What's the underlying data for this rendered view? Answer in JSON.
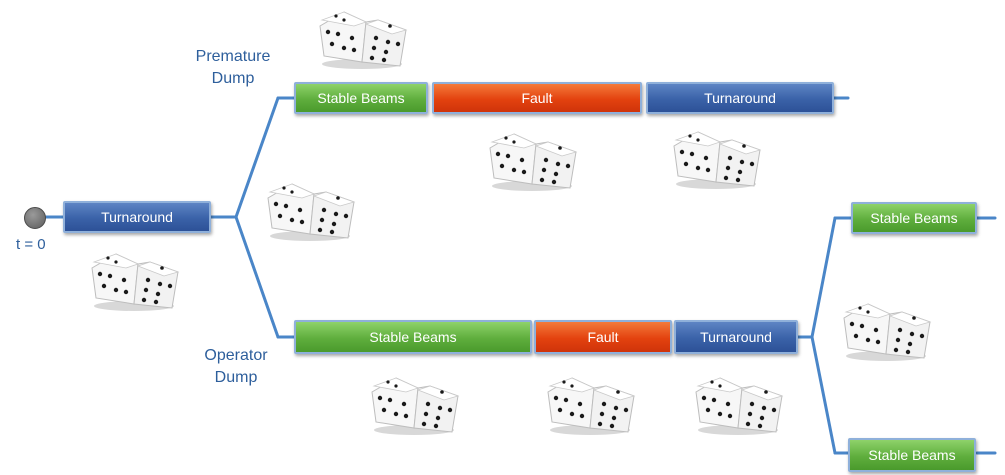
{
  "start": {
    "time_label": "t = 0"
  },
  "branches": {
    "premature": {
      "label_line1": "Premature",
      "label_line2": "Dump"
    },
    "operator": {
      "label_line1": "Operator",
      "label_line2": "Dump"
    }
  },
  "boxes": {
    "initial_turnaround": "Turnaround",
    "premature_stable": "Stable Beams",
    "premature_fault": "Fault",
    "premature_turnaround": "Turnaround",
    "operator_stable": "Stable Beams",
    "operator_fault": "Fault",
    "operator_turnaround": "Turnaround",
    "upper_stable": "Stable Beams",
    "lower_stable": "Stable Beams"
  },
  "colors": {
    "stable": "#5fae3d",
    "fault": "#e3420f",
    "turnaround": "#3a62a8",
    "connector": "#4a86c8",
    "text_label": "#2e5f9c"
  },
  "icons": [
    "dice-icon"
  ]
}
